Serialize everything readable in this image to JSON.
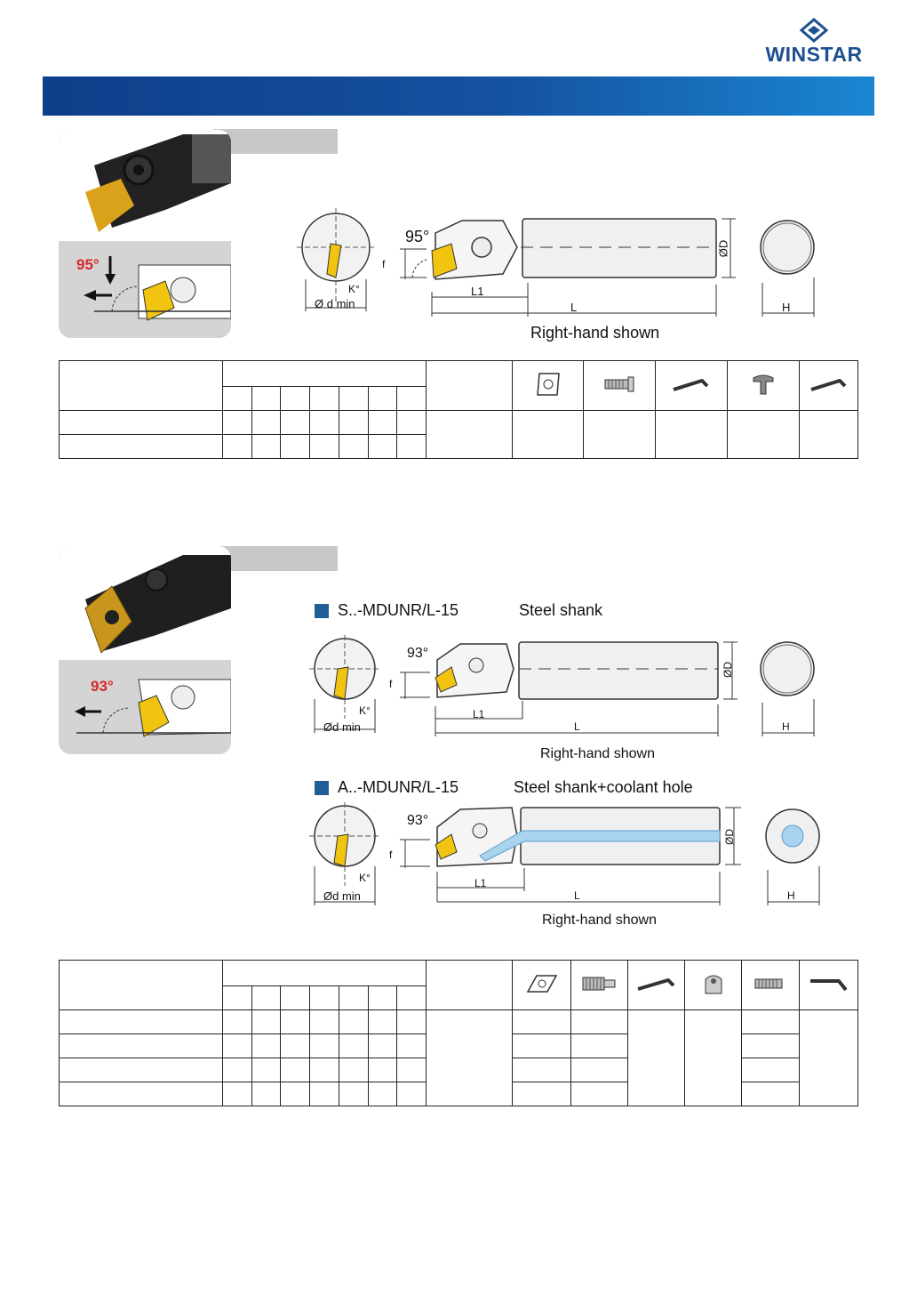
{
  "brand": {
    "name": "WINSTAR",
    "color": "#1d4f91",
    "banner_color": "#14519f"
  },
  "section1": {
    "photo_angle": "95°",
    "diagram": {
      "angle": "95°",
      "labels": {
        "f": "f",
        "k": "K°",
        "dmin": "Ø d min",
        "L1": "L1",
        "L": "L",
        "D": "ØD",
        "H": "H"
      },
      "caption": "Right-hand shown"
    },
    "table_icons": [
      "insert-icon",
      "screw-icon",
      "wrench-icon",
      "clamp-icon",
      "hex-key-icon"
    ]
  },
  "section2": {
    "photo_angle": "93°",
    "variant_a": {
      "code": "S..-MDUNR/L-15",
      "desc": "Steel shank",
      "angle": "93°",
      "labels": {
        "f": "f",
        "k": "K°",
        "dmin": "Ød min",
        "L1": "L1",
        "L": "L",
        "D": "ØD",
        "H": "H"
      },
      "caption": "Right-hand shown"
    },
    "variant_b": {
      "code": "A..-MDUNR/L-15",
      "desc": "Steel shank+coolant hole",
      "angle": "93°",
      "labels": {
        "f": "f",
        "k": "K°",
        "dmin": "Ød min",
        "L1": "L1",
        "L": "L",
        "D": "ØD",
        "H": "H"
      },
      "caption": "Right-hand shown"
    },
    "table_icons": [
      "insert-icon",
      "shim-screw-icon",
      "wrench-icon",
      "clamp-icon",
      "screw-icon",
      "hex-key-icon"
    ]
  }
}
